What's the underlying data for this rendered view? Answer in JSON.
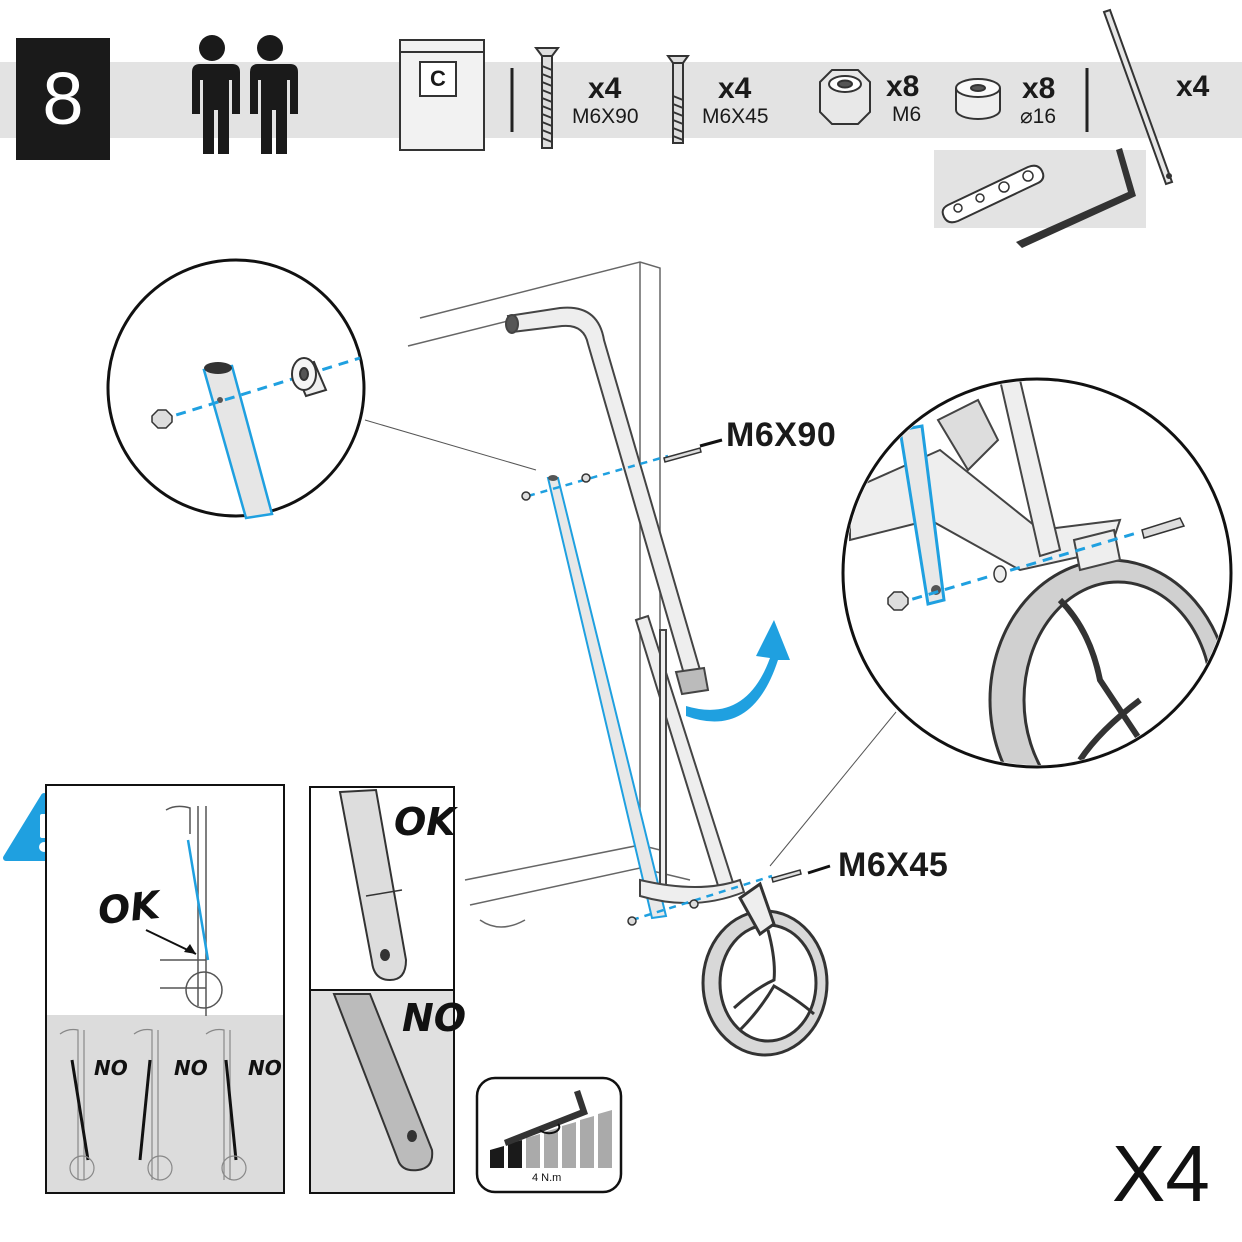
{
  "step": {
    "number": "8"
  },
  "parts": {
    "bag_letter": "C",
    "screw_long": {
      "qty": "x4",
      "spec": "M6X90"
    },
    "screw_short": {
      "qty": "x4",
      "spec": "M6X45"
    },
    "nut": {
      "qty": "x8",
      "spec": "M6"
    },
    "spacer": {
      "qty": "x8",
      "spec": "⌀16"
    },
    "tube": {
      "qty": "x4"
    }
  },
  "callouts": {
    "screw_long": "M6X90",
    "screw_short": "M6X45"
  },
  "warning": {
    "ok_label": "OK",
    "no_labels": [
      "NO",
      "NO",
      "NO"
    ]
  },
  "compare": {
    "ok_label": "OK",
    "no_label": "NO"
  },
  "torque": {
    "value": "4 N.m"
  },
  "repeat": {
    "count": "X4"
  },
  "colors": {
    "accent": "#1fa0e0",
    "dark": "#1a1a1a",
    "band": "#e3e3e3"
  }
}
